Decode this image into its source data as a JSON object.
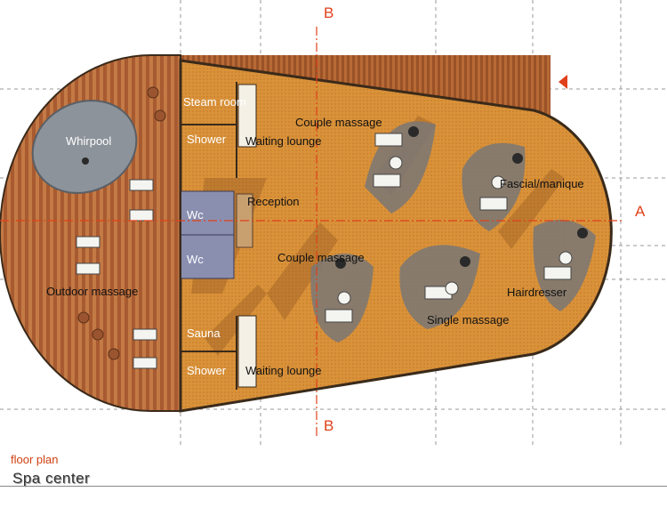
{
  "colors": {
    "deck": "#a85a30",
    "floor": "#d9923a",
    "wall": "#3a2a1a",
    "section_line": "#e0401a",
    "guide": "#9a9a9a",
    "water": "#8d939a"
  },
  "section_markers": {
    "a": "A",
    "b_top": "B",
    "b_bottom": "B"
  },
  "rooms": {
    "whirpool": "Whirpool",
    "steam_room": "Steam room",
    "shower_top": "Shower",
    "waiting_lounge_top": "Waiting lounge",
    "couple_massage_top": "Couple massage",
    "fascial_manique": "Fascial/manique",
    "wc_top": "Wc",
    "reception": "Reception",
    "wc_bottom": "Wc",
    "couple_massage_bottom": "Couple massage",
    "hairdresser": "Hairdresser",
    "outdoor_massage": "Outdoor massage",
    "single_massage": "Single massage",
    "sauna": "Sauna",
    "shower_bottom": "Shower",
    "waiting_lounge_bottom": "Waiting lounge"
  },
  "titles": {
    "floor_plan": "floor plan",
    "project": "Spa center"
  }
}
